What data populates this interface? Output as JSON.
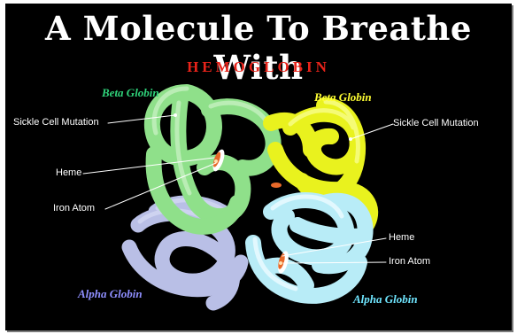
{
  "title": "A Molecule To Breathe With",
  "subtitle": "HEMOGLOBIN",
  "globins": {
    "beta_left": "Beta Globin",
    "beta_right": "Beta Globin",
    "alpha_left": "Alpha Globin",
    "alpha_right": "Alpha Globin"
  },
  "labels": {
    "sickle_left": "Sickle Cell Mutation",
    "sickle_right": "Sickle Cell Mutation",
    "heme_left": "Heme",
    "iron_left": "Iron Atom",
    "heme_right": "Heme",
    "iron_right": "Iron Atom"
  },
  "colors": {
    "background": "#000000",
    "title": "#ffffff",
    "subtitle": "#e8231a",
    "beta_left": "#2fd27a",
    "beta_right": "#ffff33",
    "alpha_left": "#8f8fff",
    "alpha_right": "#6fe6ff",
    "green_chain": "#8fe08a",
    "yellow_chain": "#e9f21e",
    "lavender_chain": "#b9bfe6",
    "cyan_chain": "#b8ecf7"
  }
}
